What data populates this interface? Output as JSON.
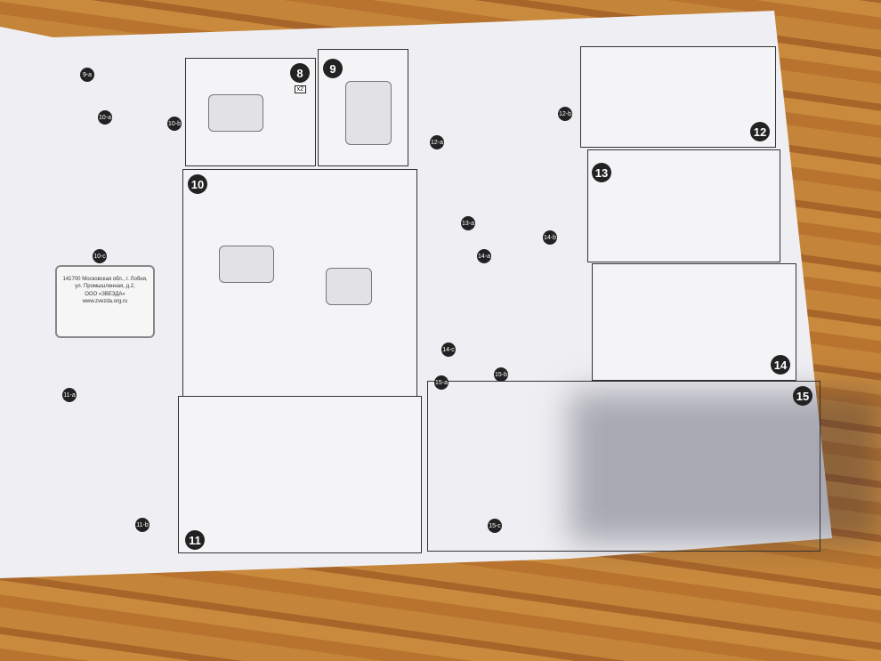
{
  "steps": {
    "s8": "8",
    "s9": "9",
    "s10": "10",
    "s11": "11",
    "s12": "12",
    "s13": "13",
    "s14": "14",
    "s15": "15"
  },
  "substeps": {
    "a9": "9-a",
    "a10": "10-a",
    "b10": "10-b",
    "c10": "10-c",
    "a11": "11-a",
    "b11": "11-b",
    "a12": "12-a",
    "b12": "12-b",
    "a13": "13-a",
    "a14": "14-a",
    "b14": "14-b",
    "c14": "14-c",
    "a15": "15-a",
    "b15": "15-b",
    "c15": "15-c"
  },
  "qty": "x2",
  "address": {
    "line1": "141700 Московская обл., г. Лобня,",
    "line2": "ул. Промышленная, д.2,",
    "line3": "ООО «ЗВЕЗДА»",
    "url": "www.zvezda.org.ru"
  }
}
